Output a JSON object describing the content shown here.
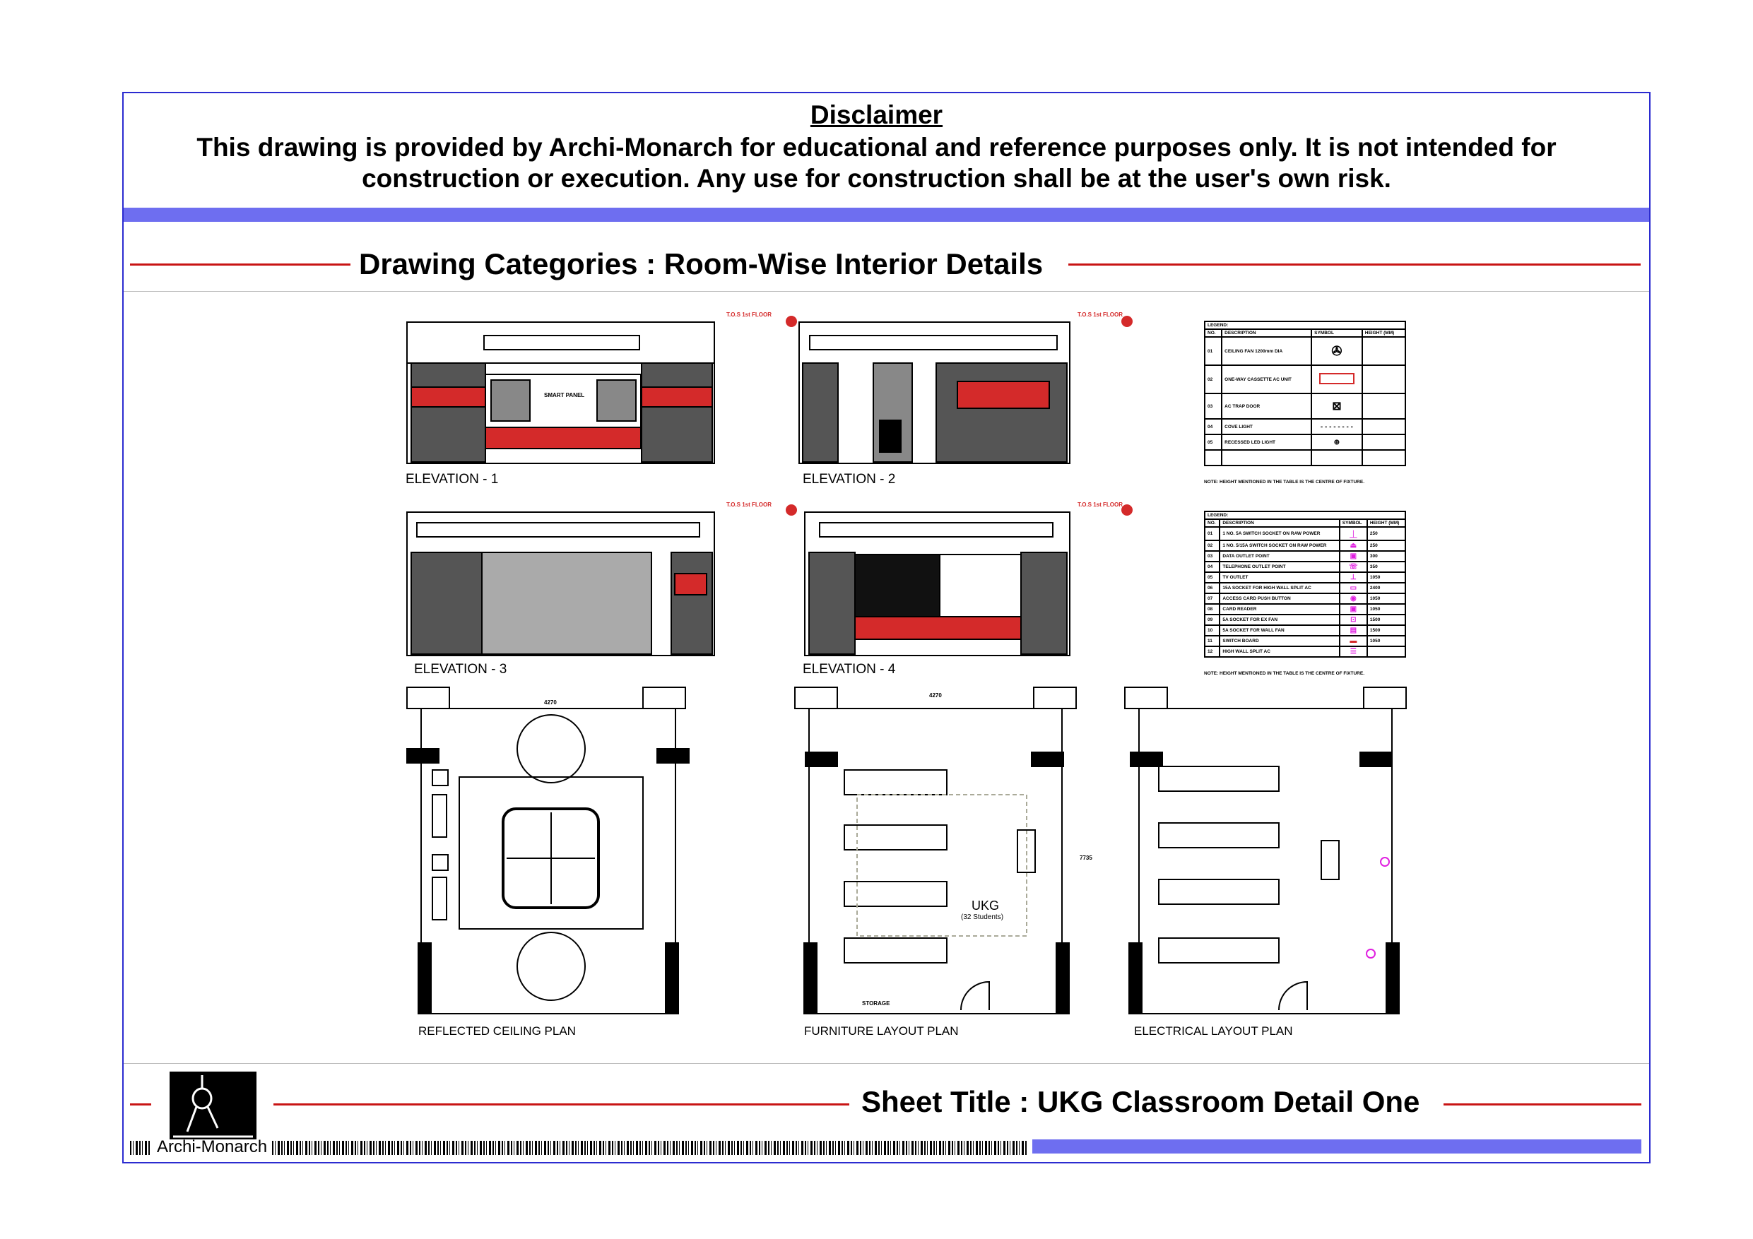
{
  "disclaimer": {
    "title": "Disclaimer",
    "line1": "This drawing is provided by Archi-Monarch for educational and reference purposes only. It is not intended for",
    "line2": "construction or execution. Any use for construction shall be at the user's own risk."
  },
  "category_heading": "Drawing Categories : Room-Wise Interior Details",
  "drawings": {
    "elevation1": "ELEVATION - 1",
    "elevation2": "ELEVATION - 2",
    "elevation3": "ELEVATION - 3",
    "elevation4": "ELEVATION - 4",
    "rcp": "REFLECTED CEILING PLAN",
    "flp": "FURNITURE LAYOUT PLAN",
    "elp": "ELECTRICAL LAYOUT PLAN",
    "room_name": "UKG",
    "room_capacity": "(32 Students)",
    "room_width": "4270",
    "room_length": "7735",
    "tos_label": "T.O.S 1st FLOOR",
    "smart_panel": "SMART PANEL",
    "storage": "STORAGE"
  },
  "legend1": {
    "title": "LEGEND:",
    "headers": [
      "NO.",
      "DESCRIPTION",
      "SYMBOL",
      "HEIGHT (MM)"
    ],
    "rows": [
      {
        "no": "01",
        "desc": "CEILING FAN 1200mm DIA",
        "symbol": "fan-icon",
        "height": ""
      },
      {
        "no": "02",
        "desc": "ONE-WAY CASSETTE AC UNIT",
        "symbol": "ac-unit-icon",
        "height": ""
      },
      {
        "no": "03",
        "desc": "AC TRAP DOOR",
        "symbol": "trap-door-icon",
        "height": ""
      },
      {
        "no": "04",
        "desc": "COVE LIGHT",
        "symbol": "cove-light-icon",
        "height": ""
      },
      {
        "no": "05",
        "desc": "RECESSED LED LIGHT",
        "symbol": "led-light-icon",
        "height": ""
      }
    ],
    "note": "NOTE: HEIGHT MENTIONED IN THE TABLE IS THE CENTRE OF FIXTURE."
  },
  "legend2": {
    "title": "LEGEND:",
    "headers": [
      "NO.",
      "DESCRIPTION",
      "SYMBOL",
      "HEIGHT (MM)"
    ],
    "rows": [
      {
        "no": "01",
        "desc": "1 NO. 5A SWITCH SOCKET ON RAW POWER",
        "height": "250"
      },
      {
        "no": "02",
        "desc": "1 NO. 5/15A SWITCH SOCKET ON RAW POWER",
        "height": "250"
      },
      {
        "no": "03",
        "desc": "DATA OUTLET POINT",
        "height": "300"
      },
      {
        "no": "04",
        "desc": "TELEPHONE OUTLET POINT",
        "height": "350"
      },
      {
        "no": "05",
        "desc": "TV OUTLET",
        "height": "1050"
      },
      {
        "no": "06",
        "desc": "15A SOCKET FOR HIGH WALL SPLIT AC",
        "height": "2400"
      },
      {
        "no": "07",
        "desc": "ACCESS CARD PUSH BUTTON",
        "height": "1050"
      },
      {
        "no": "08",
        "desc": "CARD READER",
        "height": "1050"
      },
      {
        "no": "09",
        "desc": "5A SOCKET FOR EX FAN",
        "height": "1500"
      },
      {
        "no": "10",
        "desc": "5A SOCKET FOR WALL FAN",
        "height": "1500"
      },
      {
        "no": "11",
        "desc": "SWITCH BOARD",
        "height": "1050"
      },
      {
        "no": "12",
        "desc": "HIGH WALL SPLIT AC",
        "height": ""
      }
    ],
    "note": "NOTE: HEIGHT MENTIONED IN THE TABLE IS THE CENTRE OF FIXTURE."
  },
  "footer": {
    "sheet_title": "Sheet Title : UKG Classroom Detail One",
    "brand": "Archi-Monarch"
  },
  "colors": {
    "frame": "#2b2bd0",
    "bar": "#6e6ef0",
    "rule": "#c81414",
    "accent_red": "#d42a2a",
    "symbol_magenta": "#e020e0"
  }
}
